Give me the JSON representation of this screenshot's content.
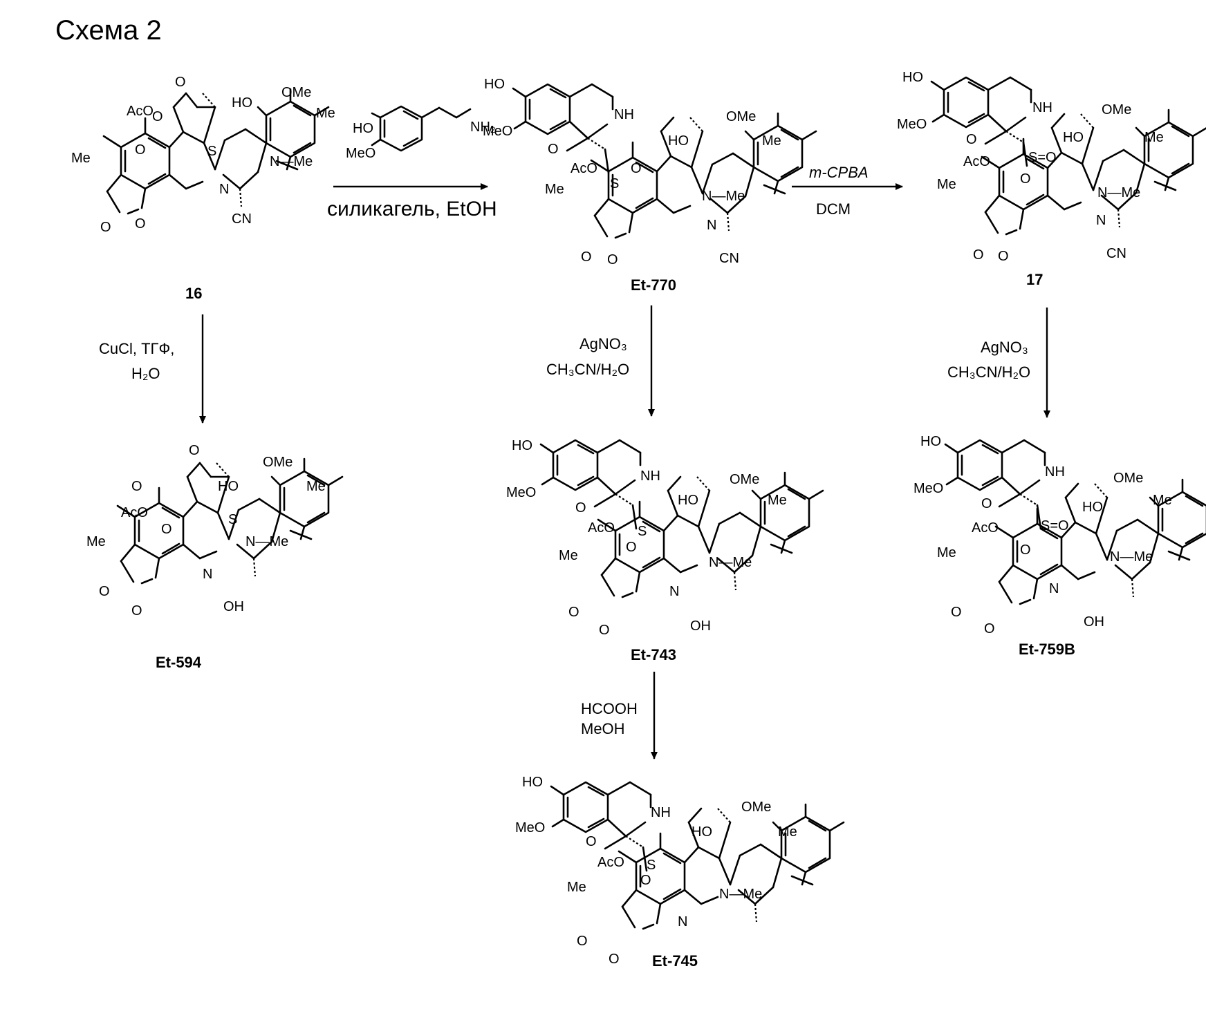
{
  "title": "Схема 2",
  "compounds": {
    "c16": "16",
    "et770": "Et-770",
    "c17": "17",
    "et594": "Et-594",
    "et743": "Et-743",
    "et759b": "Et-759B",
    "et745": "Et-745"
  },
  "reagent_amine": {
    "ho": "HO",
    "meo": "MeO",
    "nh2": "NH₂"
  },
  "conditions": {
    "step_16_to_770": "силикагель, EtOH",
    "step_770_to_17_top": "m-CPBA",
    "step_770_to_17_bottom": "DCM",
    "step_16_to_594_line1": "CuCl, ТГФ,",
    "step_16_to_594_line2": "H₂O",
    "step_770_to_743_line1": "AgNO₃",
    "step_770_to_743_line2": "CH₃CN/H₂O",
    "step_17_to_759b_line1": "AgNO₃",
    "step_17_to_759b_line2": "CH₃CN/H₂O",
    "step_743_to_745_line1": "HCOOH",
    "step_743_to_745_line2": "MeOH"
  },
  "atom_labels": {
    "ome": "OMe",
    "ho": "HO",
    "me": "Me",
    "aco": "AcO",
    "o": "O",
    "s": "S",
    "so": "S=O",
    "n": "N",
    "nh": "NH",
    "cn": "CN",
    "oh": "OH",
    "meo": "MeO",
    "n_me": "N—Me"
  }
}
